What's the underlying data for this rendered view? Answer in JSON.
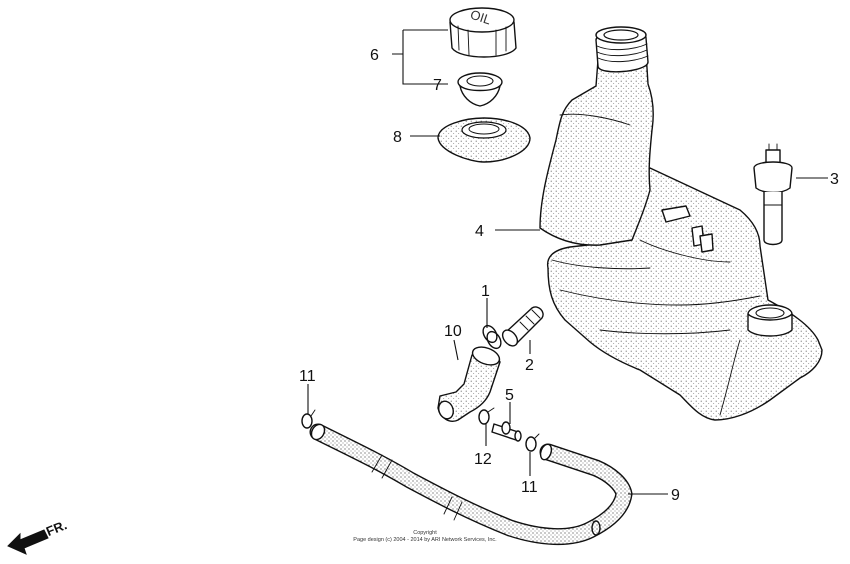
{
  "callouts": {
    "c1": "1",
    "c2": "2",
    "c3": "3",
    "c4": "4",
    "c5": "5",
    "c6": "6",
    "c7": "7",
    "c8": "8",
    "c9": "9",
    "c10": "10",
    "c11a": "11",
    "c11b": "11",
    "c12": "12"
  },
  "cap_text": "OIL",
  "direction_label": "FR.",
  "copyright": {
    "line1": "Copyright",
    "line2": "Page design (c) 2004 - 2014 by ARI Network Services, Inc."
  }
}
